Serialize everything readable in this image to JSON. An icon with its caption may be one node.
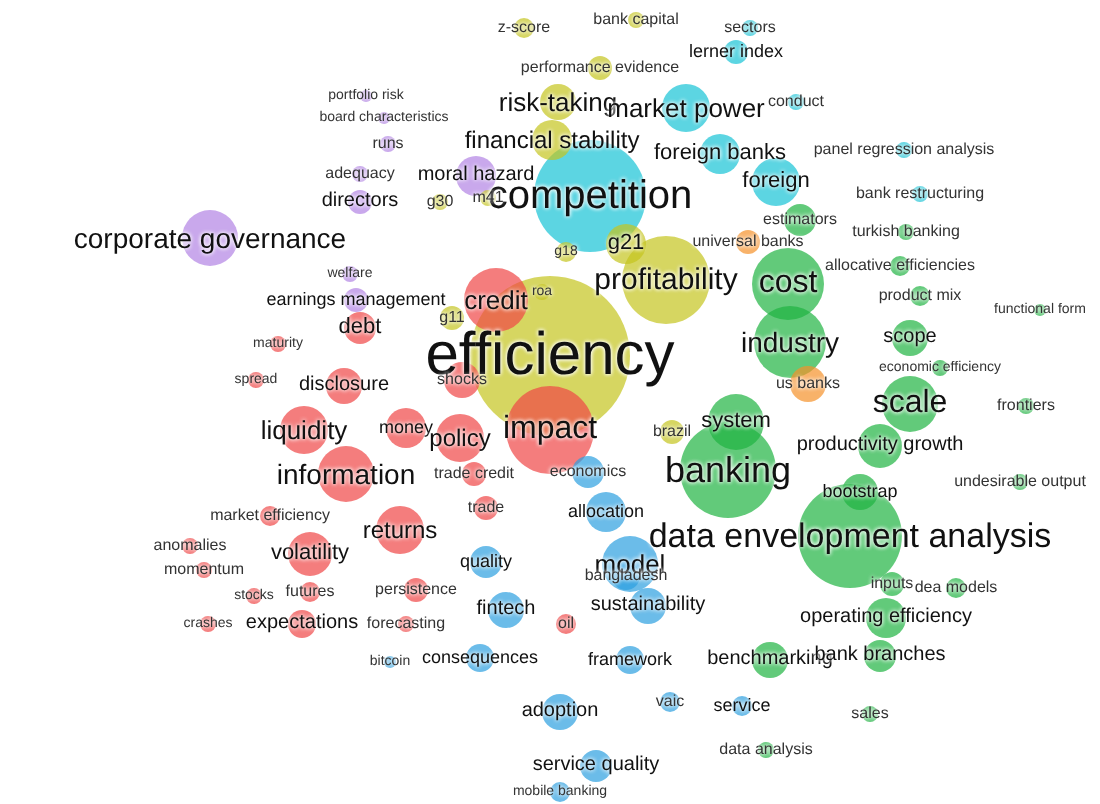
{
  "diagram": {
    "nodes": [
      {
        "text": [
          "bank capital"
        ]
      },
      {
        "text": [
          "z-score"
        ]
      },
      {
        "text": [
          "sectors"
        ]
      },
      {
        "text": [
          "lerner index"
        ]
      },
      {
        "text": [
          "performance evidence"
        ]
      },
      {
        "text": [
          "portfolio risk"
        ]
      },
      {
        "text": [
          "conduct"
        ]
      },
      {
        "text": [
          "risk-taking"
        ]
      },
      {
        "text": [
          "market power"
        ]
      },
      {
        "text": [
          "board characteristics"
        ]
      },
      {
        "text": [
          "runs"
        ]
      },
      {
        "text": [
          "financial stability"
        ]
      },
      {
        "text": [
          "panel regression analysis"
        ]
      },
      {
        "text": [
          "foreign banks"
        ]
      },
      {
        "text": [
          "adequacy"
        ]
      },
      {
        "text": [
          "moral hazard"
        ]
      },
      {
        "text": [
          "foreign"
        ]
      },
      {
        "text": [
          "bank restructuring"
        ]
      },
      {
        "text": [
          "competition"
        ]
      },
      {
        "text": [
          "directors"
        ]
      },
      {
        "text": [
          "g30"
        ]
      },
      {
        "text": [
          "m41"
        ]
      },
      {
        "text": [
          "estimators"
        ]
      },
      {
        "text": [
          "turkish banking"
        ]
      },
      {
        "text": [
          "corporate governance"
        ]
      },
      {
        "text": [
          "g21"
        ]
      },
      {
        "text": [
          "universal banks"
        ]
      },
      {
        "text": [
          "g18"
        ]
      },
      {
        "text": [
          "allocative efficiencies"
        ]
      },
      {
        "text": [
          "welfare"
        ]
      },
      {
        "text": [
          "profitability"
        ]
      },
      {
        "text": [
          "cost"
        ]
      },
      {
        "text": [
          "roa"
        ]
      },
      {
        "text": [
          "earnings management"
        ]
      },
      {
        "text": [
          "credit"
        ]
      },
      {
        "text": [
          "product mix"
        ]
      },
      {
        "text": [
          "functional form"
        ]
      },
      {
        "text": [
          "g11"
        ]
      },
      {
        "text": [
          "debt"
        ]
      },
      {
        "text": [
          "maturity"
        ]
      },
      {
        "text": [
          "industry"
        ]
      },
      {
        "text": [
          "scope"
        ]
      },
      {
        "text": [
          "efficiency"
        ]
      },
      {
        "text": [
          "economic efficiency"
        ]
      },
      {
        "text": [
          "spread"
        ]
      },
      {
        "text": [
          "disclosure"
        ]
      },
      {
        "text": [
          "shocks"
        ]
      },
      {
        "text": [
          "us banks"
        ]
      },
      {
        "text": [
          "scale"
        ]
      },
      {
        "text": [
          "frontiers"
        ]
      },
      {
        "text": [
          "system"
        ]
      },
      {
        "text": [
          "liquidity"
        ]
      },
      {
        "text": [
          "money"
        ]
      },
      {
        "text": [
          "policy"
        ]
      },
      {
        "text": [
          "impact"
        ]
      },
      {
        "text": [
          "brazil"
        ]
      },
      {
        "text": [
          "productivity growth"
        ]
      },
      {
        "text": [
          "banking"
        ]
      },
      {
        "text": [
          "information"
        ]
      },
      {
        "text": [
          "trade credit"
        ]
      },
      {
        "text": [
          "economics"
        ]
      },
      {
        "text": [
          "undesirable output"
        ]
      },
      {
        "text": [
          "bootstrap"
        ]
      },
      {
        "text": [
          "trade"
        ]
      },
      {
        "text": [
          "allocation"
        ]
      },
      {
        "text": [
          "market efficiency"
        ]
      },
      {
        "text": [
          "returns"
        ]
      },
      {
        "text": [
          "data envelopment analysis"
        ]
      },
      {
        "text": [
          "anomalies"
        ]
      },
      {
        "text": [
          "volatility"
        ]
      },
      {
        "text": [
          "quality"
        ]
      },
      {
        "text": [
          "model"
        ]
      },
      {
        "text": [
          "momentum"
        ]
      },
      {
        "text": [
          "bangladesh"
        ]
      },
      {
        "text": [
          "inputs"
        ]
      },
      {
        "text": [
          "dea models"
        ]
      },
      {
        "text": [
          "stocks"
        ]
      },
      {
        "text": [
          "futures"
        ]
      },
      {
        "text": [
          "persistence"
        ]
      },
      {
        "text": [
          "sustainability"
        ]
      },
      {
        "text": [
          "fintech"
        ]
      },
      {
        "text": [
          "operating efficiency"
        ]
      },
      {
        "text": [
          "oil"
        ]
      },
      {
        "text": [
          "crashes"
        ]
      },
      {
        "text": [
          "expectations"
        ]
      },
      {
        "text": [
          "forecasting"
        ]
      },
      {
        "text": [
          "bitcoin"
        ]
      },
      {
        "text": [
          "consequences"
        ]
      },
      {
        "text": [
          "framework"
        ]
      },
      {
        "text": [
          "benchmarking"
        ]
      },
      {
        "text": [
          "bank branches"
        ]
      },
      {
        "text": [
          "vaic"
        ]
      },
      {
        "text": [
          "service"
        ]
      },
      {
        "text": [
          "adoption"
        ]
      },
      {
        "text": [
          "sales"
        ]
      },
      {
        "text": [
          "data analysis"
        ]
      },
      {
        "text": [
          "service quality"
        ]
      },
      {
        "text": [
          "mobile banking"
        ]
      }
    ],
    "edges": []
  }
}
